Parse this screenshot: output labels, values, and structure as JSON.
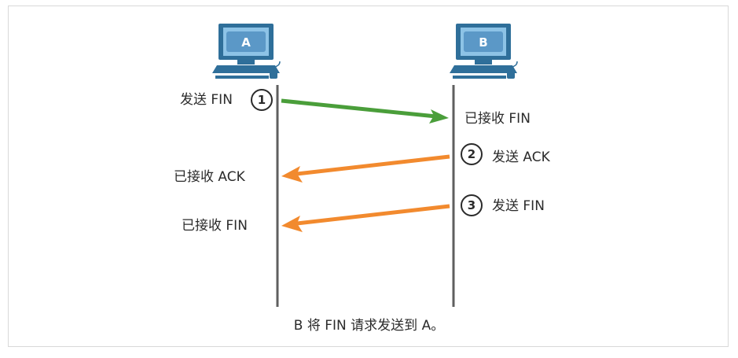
{
  "computer_a": {
    "label": "A"
  },
  "computer_b": {
    "label": "B"
  },
  "steps": [
    {
      "number": "1",
      "text": "发送 FIN"
    },
    {
      "number": "2",
      "text": "发送 ACK"
    },
    {
      "number": "3",
      "text": "发送 FIN"
    }
  ],
  "received": [
    {
      "text": "已接收 FIN"
    },
    {
      "text": "已接收 ACK"
    },
    {
      "text": "已接收 FIN"
    }
  ],
  "caption": "B 将 FIN 请求发送到 A。",
  "colors": {
    "fin_arrow": "#4a9e3a",
    "return_arrow": "#f28a2e",
    "timeline": "#5f5f5f",
    "monitor": "#2f6f9a",
    "screen": "#8dc3e6"
  },
  "icons": [
    "computer-icon",
    "computer-icon"
  ]
}
